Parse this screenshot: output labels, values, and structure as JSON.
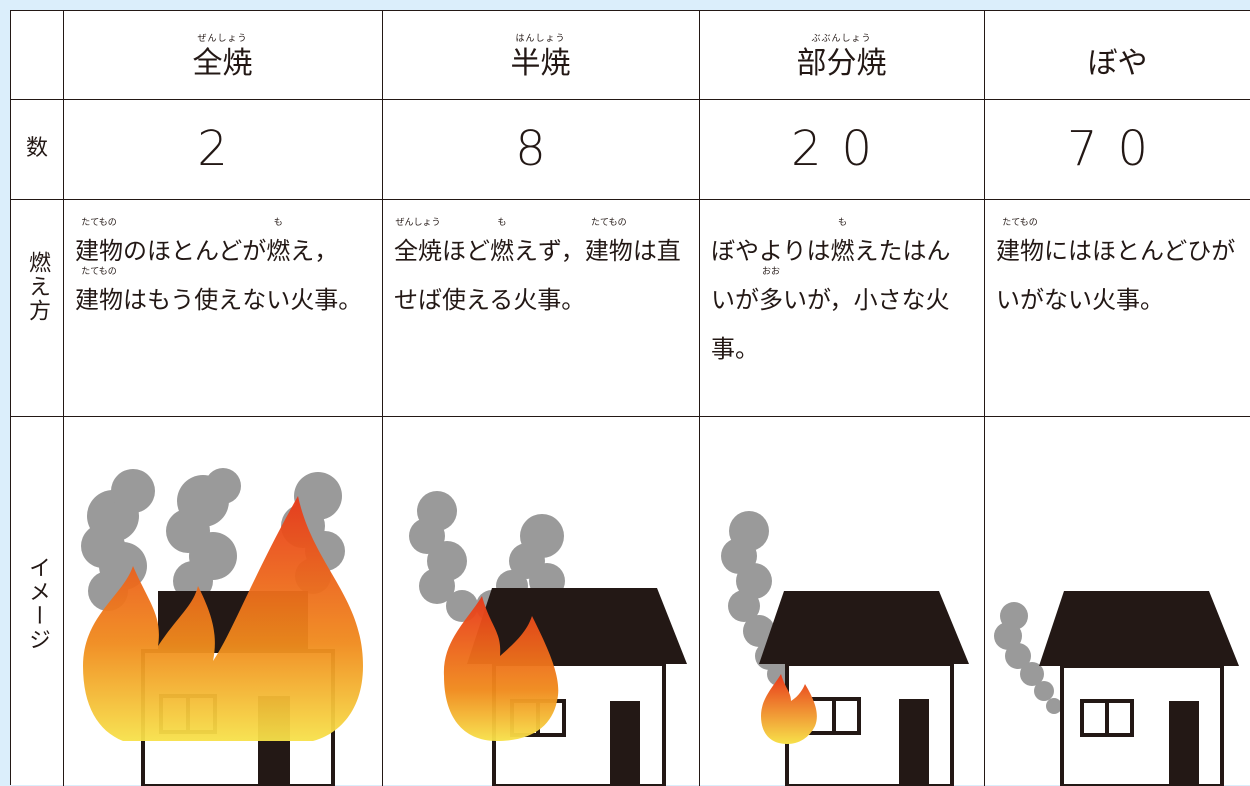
{
  "header": {
    "corner": "",
    "columns": [
      {
        "label": "全焼",
        "ruby": "ぜんしょう"
      },
      {
        "label": "半焼",
        "ruby": "はんしょう"
      },
      {
        "label": "部分焼",
        "ruby": "ぶぶんしょう"
      },
      {
        "label": "ぼや",
        "ruby": ""
      }
    ]
  },
  "rows": {
    "count": {
      "label": "数",
      "values": [
        "2",
        "8",
        "20",
        "70"
      ]
    },
    "burn": {
      "label": "燃え方",
      "ruby": {
        "tatemono": "たてもの",
        "mo": "も",
        "zenshou": "ぜんしょう",
        "oo": "おお"
      },
      "col1": {
        "p1": "建物",
        "p2": "のほとんどが",
        "p3": "燃",
        "p4": "え，",
        "p5": "建物",
        "p6": "はもう使えな",
        "p7": "い火事。"
      },
      "col2": {
        "p1": "全焼",
        "p2": "ほど",
        "p3": "燃",
        "p4": "えず，",
        "p5": "建物",
        "p6": "は直せば使える火事。"
      },
      "col3": {
        "p1": "ぼやよりは",
        "p2": "燃",
        "p3": "えた",
        "p4": "はんいが",
        "p5": "多",
        "p6": "いが，",
        "p7": "小さな火事。"
      },
      "col4": {
        "p1": "建物",
        "p2": "にはほとんど",
        "p3": "ひがいがない火事。"
      }
    },
    "image": {
      "label": "イメージ"
    }
  },
  "colors": {
    "background": "#dbeefb",
    "line": "#231815",
    "smoke": "#9a9a9a",
    "flame_outer": "#e8381a",
    "flame_inner": "#f7b500"
  },
  "illustrations": [
    "house-full-fire-icon",
    "house-half-fire-icon",
    "house-partial-fire-icon",
    "house-small-fire-icon"
  ]
}
